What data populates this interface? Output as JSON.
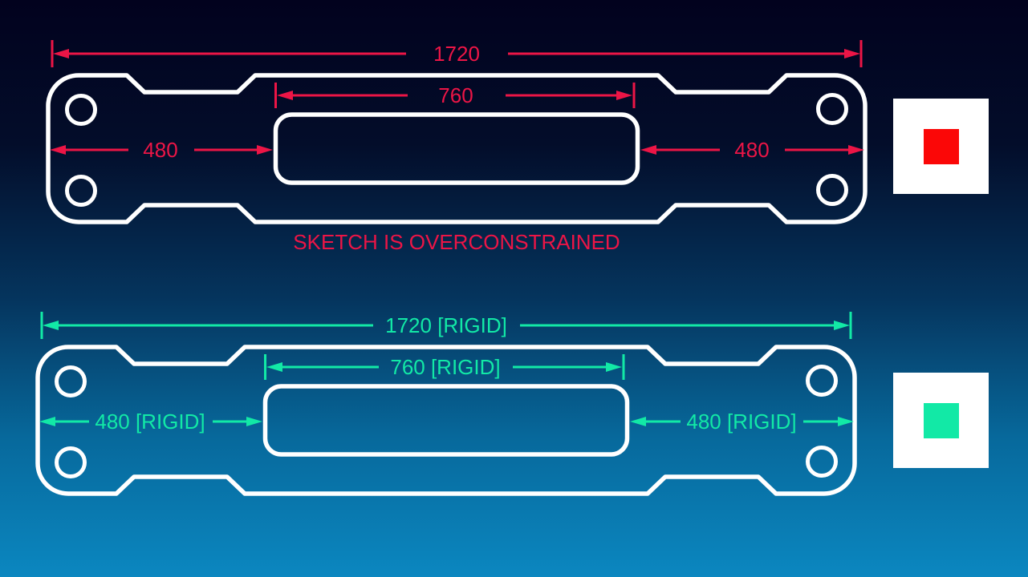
{
  "colors": {
    "outline": "#ffffff",
    "error": "#ec1546",
    "error_bright": "#fb0707",
    "ok": "#12e9a6",
    "bg_top": "#02021e",
    "bg_bottom": "#0b87c0"
  },
  "overconstrained_sketch": {
    "dim_total": "1720",
    "dim_slot": "760",
    "dim_left": "480",
    "dim_right": "480",
    "status_text": "SKETCH IS OVERCONSTRAINED",
    "status_icon": "x-icon"
  },
  "rigid_sketch": {
    "dim_total": "1720 [RIGID]",
    "dim_slot": "760 [RIGID]",
    "dim_left": "480 [RIGID]",
    "dim_right": "480 [RIGID]",
    "status_icon": "check-icon"
  }
}
